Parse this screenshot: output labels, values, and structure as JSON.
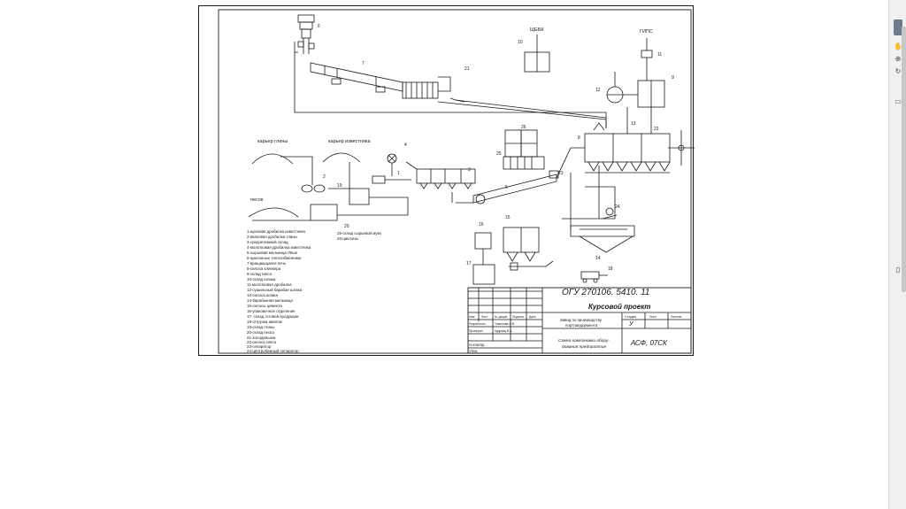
{
  "drawing": {
    "labels": {
      "shchebka": "ЩЕБК",
      "gips": "ГИПС",
      "clay_quarry": "карьер глины",
      "limestone_quarry": "карьер известняка",
      "sand": "песок"
    },
    "numbers": [
      "1",
      "2",
      "3",
      "4",
      "5",
      "6",
      "7",
      "8",
      "9",
      "10",
      "11",
      "12",
      "13",
      "14",
      "15",
      "16",
      "17",
      "18",
      "19",
      "20",
      "21",
      "22",
      "23",
      "24",
      "25",
      "26"
    ],
    "legend": [
      "1-щековая дробилка известняка",
      "2-валковая дробилка глины",
      "3-среднетемный склад",
      "4-молотковая дробилка известняка",
      "5-сырьевая мельница Лёше",
      "6-циклонные теплообменники",
      "7-вращающаяся печь",
      "8-силоса клинкера",
      "9-склад гипса",
      "10-склад шлака",
      "11-молотковая дробилка",
      "12-сушильный барабан шлака",
      "13-силоса шлака",
      "14-барабанная мельница",
      "15-силосы цемента",
      "16-упаковочное отделение",
      "17- склад готовой продукции",
      "18-отгрузка авапом",
      "19-склад глины",
      "20-склад песка",
      "21-холодильник",
      "22-силоса гипса",
      "23-сепаратор",
      "24-центробежный сепаратор"
    ],
    "legend2": [
      "25-склад сырьевой муки",
      "26-циклоны"
    ]
  },
  "title_block": {
    "doc_code": "ОГУ 270106.  5410.  11",
    "project_type": "Курсовой проект",
    "plant_name_line1": "Завод по производству",
    "plant_name_line2": "портландцемента",
    "scheme_line1": "Схема компоновки обору-",
    "scheme_line2": "дования предприятия",
    "org": "АСФ,  07СК",
    "stage_header": "Стадия",
    "sheet_header": "Лист",
    "sheets_header": "Листов",
    "stage_value": "У",
    "col_izm": "Изм.",
    "col_list": "Лист",
    "col_ndoc": "№ докум.",
    "col_sign": "Подпись",
    "col_date": "Дата",
    "row_razrab": "Разработал",
    "row_proveril": "Проверил",
    "razrab_name": "Тимонова А.В.",
    "proveril_name": "Кудрявц В.А.",
    "row_nkontr": "Н.контр.",
    "row_utv": "Утв."
  }
}
